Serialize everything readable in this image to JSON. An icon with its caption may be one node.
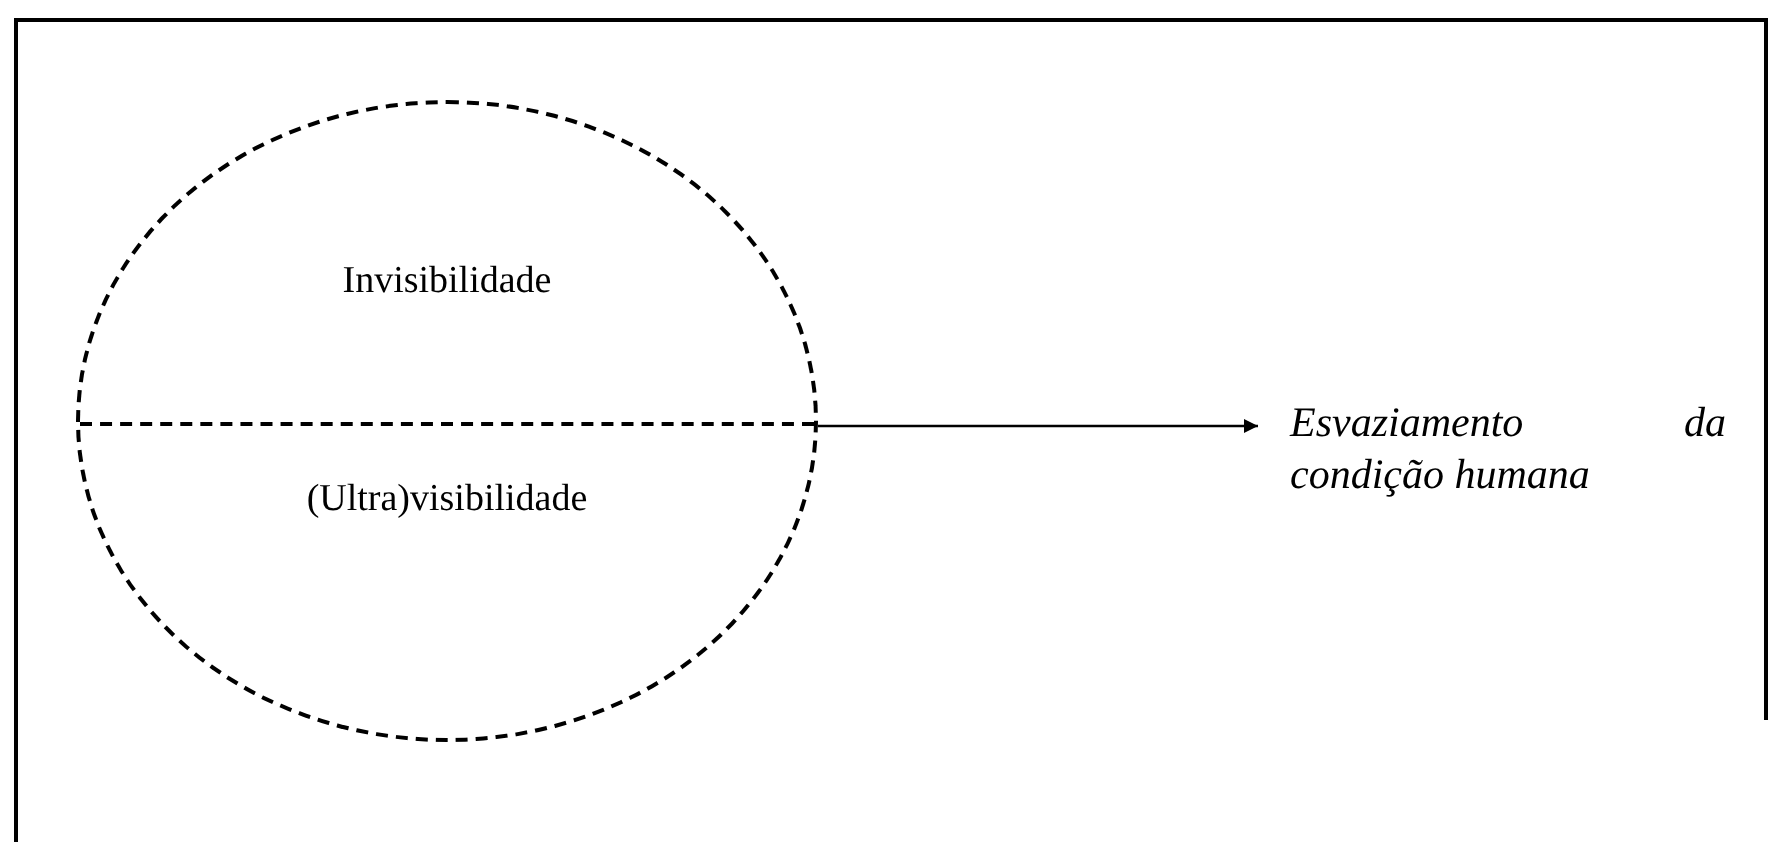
{
  "diagram": {
    "nodes": [
      {
        "text": [
          "Invisibilidade",
          "(Ultra)visibilidade"
        ]
      },
      {
        "text": [
          "Esvaziamento da condição humana"
        ]
      }
    ],
    "edges": [
      {
        "from": 0,
        "to": 1,
        "arrow": "to"
      }
    ]
  }
}
